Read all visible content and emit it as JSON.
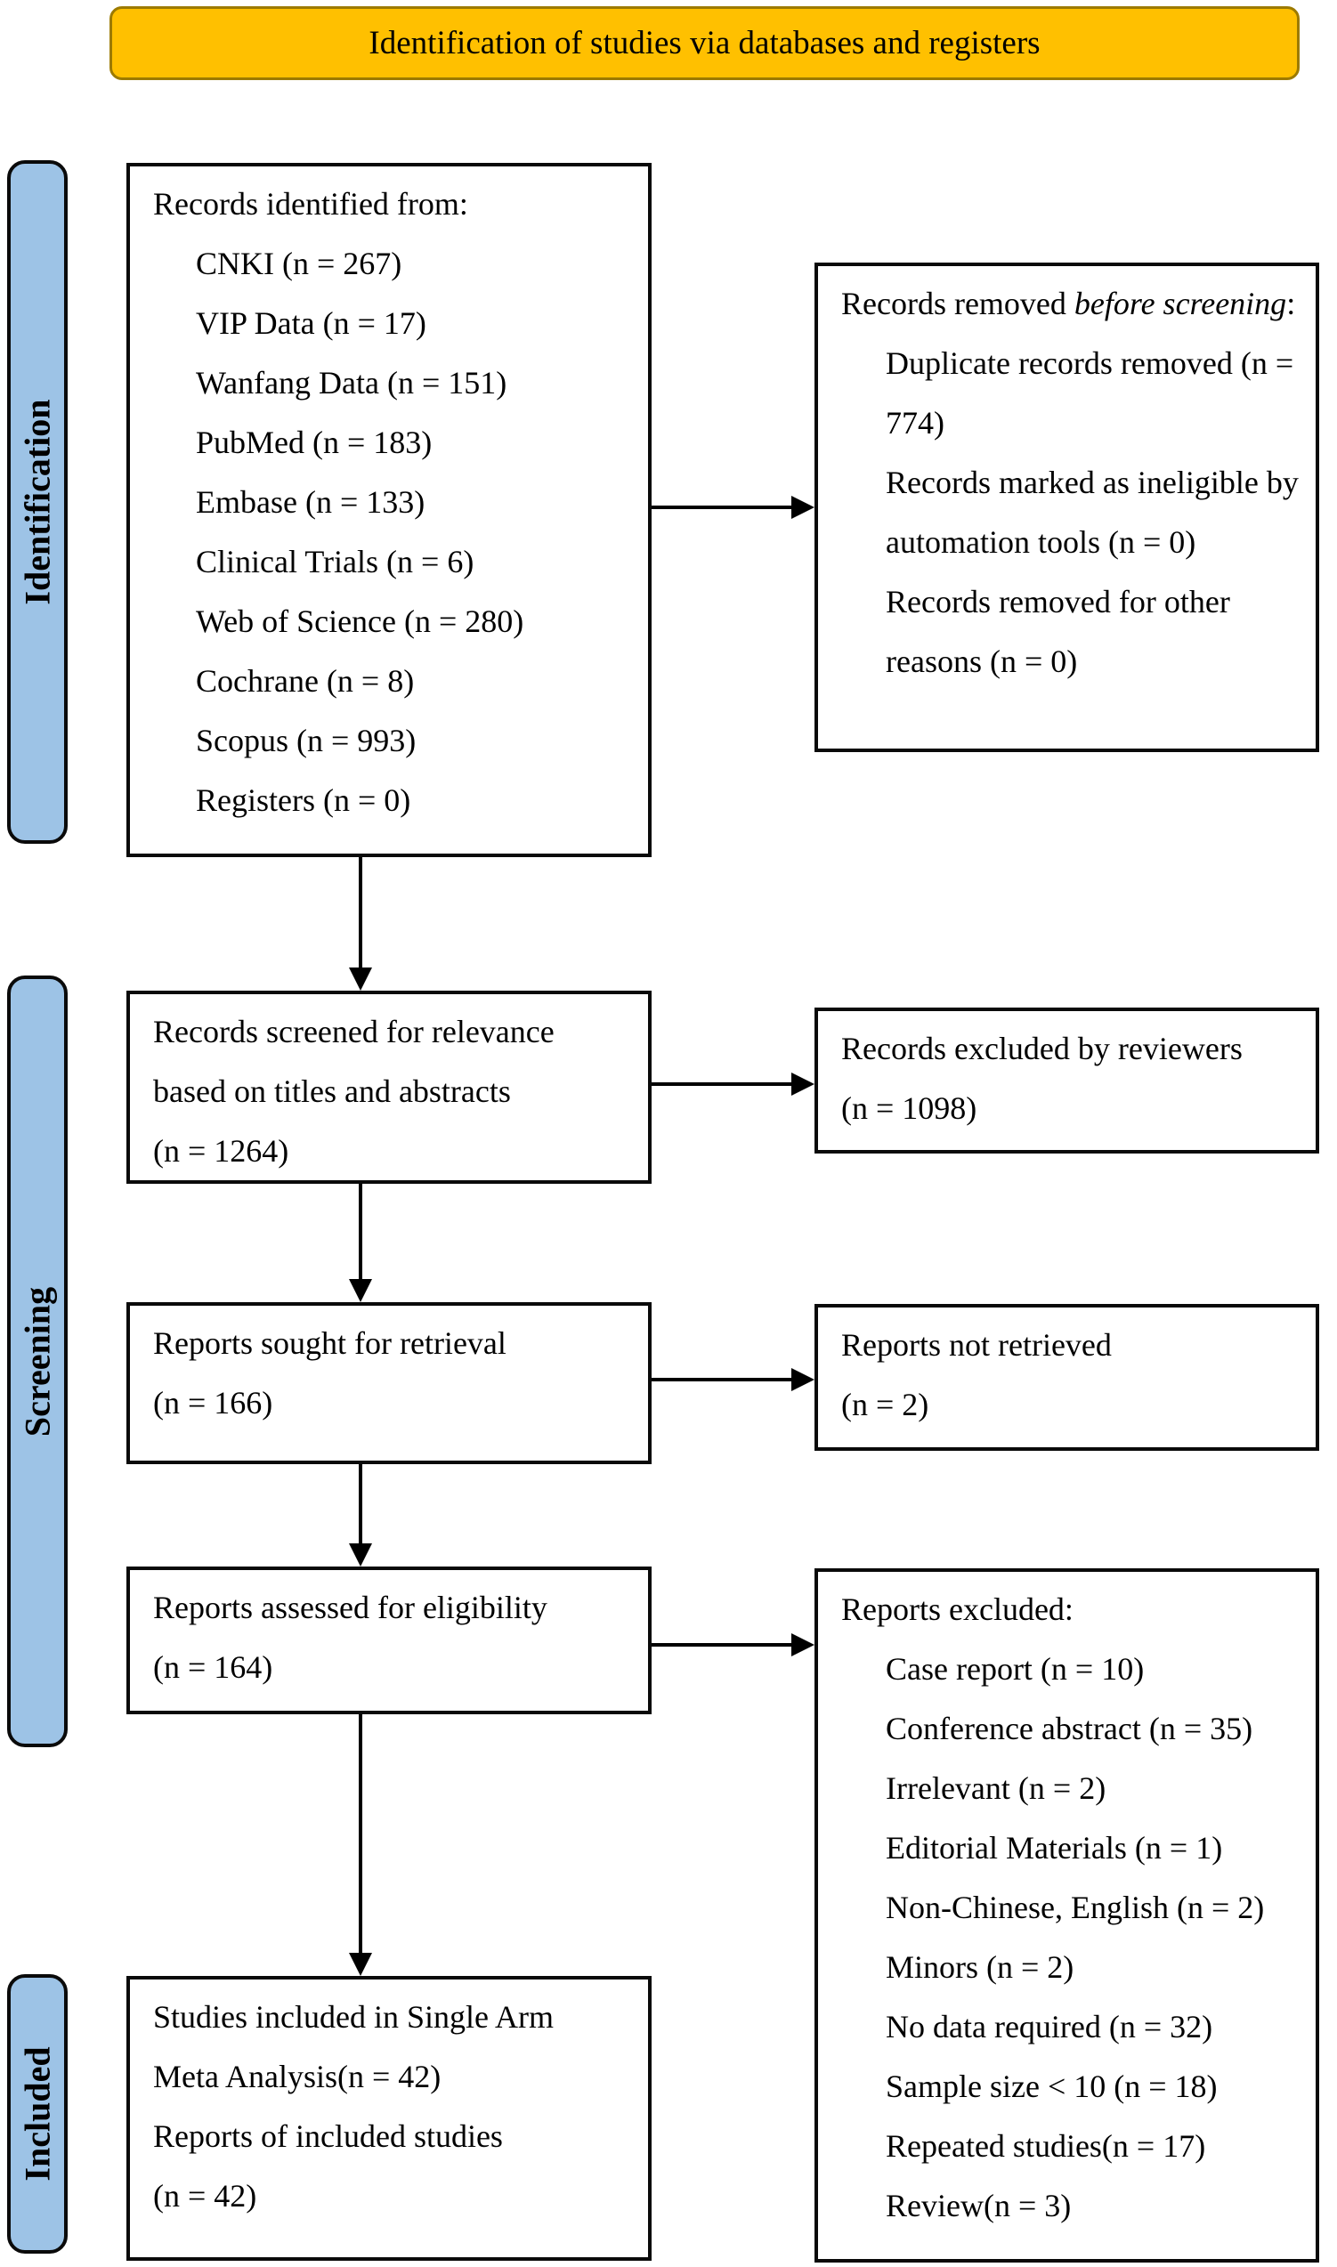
{
  "banner": {
    "title": "Identification of studies via databases and registers"
  },
  "sidebar": {
    "stages": [
      "Identification",
      "Screening",
      "Included"
    ]
  },
  "boxes": {
    "identified": {
      "title": "Records identified from:",
      "items": [
        "CNKI (n = 267)",
        "VIP Data (n = 17)",
        "Wanfang Data (n = 151)",
        "PubMed (n = 183)",
        "Embase (n = 133)",
        "Clinical Trials (n = 6)",
        "Web of Science (n = 280)",
        "Cochrane (n = 8)",
        "Scopus (n = 993)",
        "Registers (n = 0)"
      ]
    },
    "removed": {
      "title": [
        {
          "text": "Records removed "
        },
        {
          "text": "before screening"
        },
        {
          "text": ":"
        }
      ],
      "items": [
        "Duplicate records removed (n = 774)",
        "Records marked as ineligible by automation tools (n = 0)",
        "Records removed for other reasons (n = 0)"
      ]
    },
    "screened": {
      "lines": [
        "Records screened for relevance",
        "based on titles and abstracts",
        "(n = 1264)"
      ]
    },
    "excluded_reviewers": {
      "lines": [
        "Records excluded by reviewers",
        "(n = 1098)"
      ]
    },
    "sought": {
      "lines": [
        "Reports sought for retrieval",
        "(n = 166)"
      ]
    },
    "not_retrieved": {
      "lines": [
        "Reports not retrieved",
        "(n = 2)"
      ]
    },
    "assessed": {
      "lines": [
        "Reports assessed for eligibility",
        "(n = 164)"
      ]
    },
    "reports_excluded": {
      "title": "Reports excluded:",
      "items": [
        "Case report (n = 10)",
        "Conference abstract (n = 35)",
        "Irrelevant (n = 2)",
        "Editorial Materials (n = 1)",
        "Non-Chinese, English (n = 2)",
        "Minors (n = 2)",
        "No data required (n = 32)",
        "Sample size < 10 (n = 18)",
        "Repeated studies(n = 17)",
        "Review(n = 3)"
      ]
    },
    "included": {
      "lines": [
        "Studies included in  Single Arm",
        "Meta Analysis(n = 42)",
        "Reports of included studies",
        "(n = 42)"
      ]
    }
  }
}
